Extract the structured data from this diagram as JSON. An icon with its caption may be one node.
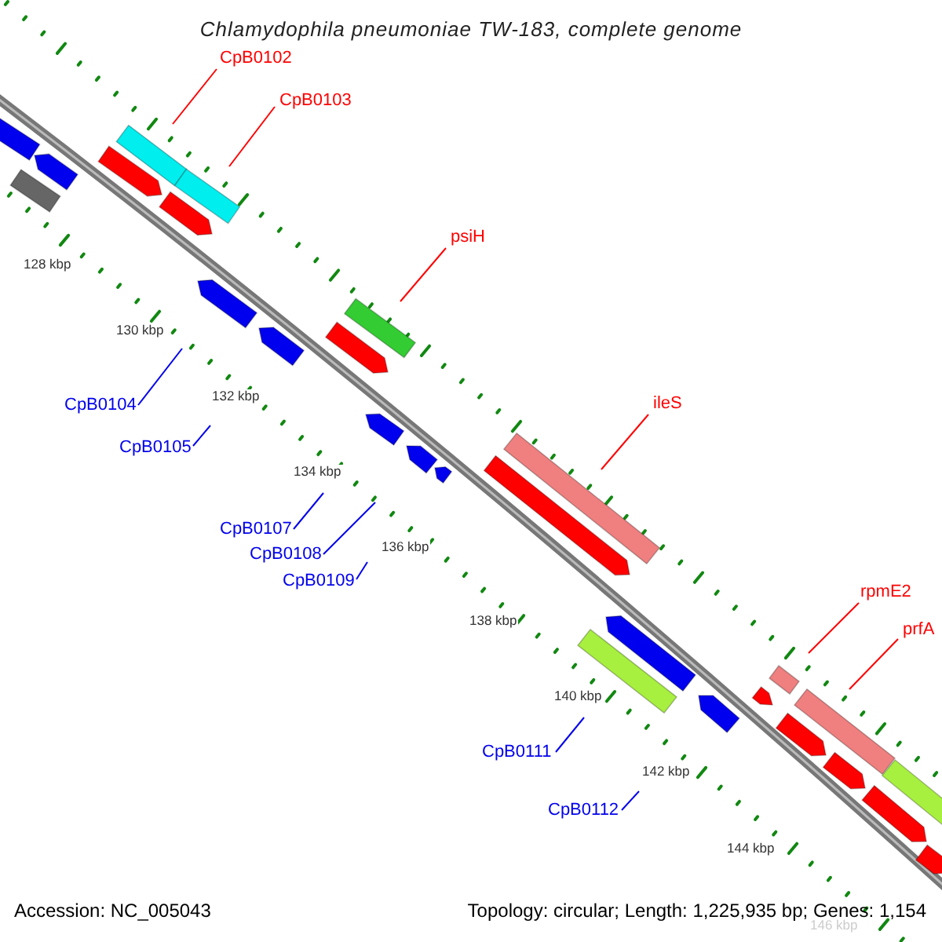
{
  "diagram": {
    "title": "Chlamydophila pneumoniae TW-183, complete genome",
    "nodes": [
      {
        "text": [
          "CpB0102"
        ]
      },
      {
        "text": [
          "CpB0103"
        ]
      },
      {
        "text": [
          "psiH"
        ]
      },
      {
        "text": [
          "ileS"
        ]
      },
      {
        "text": [
          "CpB0104"
        ]
      },
      {
        "text": [
          "CpB0105"
        ]
      },
      {
        "text": [
          "CpB0107"
        ]
      },
      {
        "text": [
          "CpB0108"
        ]
      },
      {
        "text": [
          "CpB0109"
        ]
      },
      {
        "text": [
          "rpmE2"
        ]
      },
      {
        "text": [
          "prfA"
        ]
      },
      {
        "text": [
          "CpB0111"
        ]
      },
      {
        "text": [
          "CpB0112"
        ]
      }
    ],
    "edges": [
      {
        "from": 0,
        "to": null,
        "arrow": "none",
        "color": "#ff0000"
      },
      {
        "from": 1,
        "to": null,
        "arrow": "none",
        "color": "#ff0000"
      },
      {
        "from": 2,
        "to": null,
        "arrow": "none",
        "color": "#ff0000"
      },
      {
        "from": 3,
        "to": null,
        "arrow": "none",
        "color": "#ff0000"
      },
      {
        "from": 4,
        "to": null,
        "arrow": "none"
      },
      {
        "from": 5,
        "to": null,
        "arrow": "none"
      },
      {
        "from": 6,
        "to": null,
        "arrow": "none"
      },
      {
        "from": 7,
        "to": null,
        "arrow": "none"
      },
      {
        "from": 8,
        "to": null,
        "arrow": "none"
      },
      {
        "from": 9,
        "to": null,
        "arrow": "none",
        "color": "#ff0000"
      },
      {
        "from": 10,
        "to": null,
        "arrow": "none",
        "color": "#ff0000"
      },
      {
        "from": 11,
        "to": null,
        "arrow": "none"
      },
      {
        "from": 12,
        "to": null,
        "arrow": "none"
      }
    ],
    "labels": [
      "128 kbp",
      "130 kbp",
      "132 kbp",
      "134 kbp",
      "136 kbp",
      "138 kbp",
      "140 kbp",
      "142 kbp",
      "144 kbp",
      "146 kbp",
      "Accession: NC_005043",
      "Topology: circular; Length: 1,225,935 bp; Genes: 1,154"
    ]
  }
}
